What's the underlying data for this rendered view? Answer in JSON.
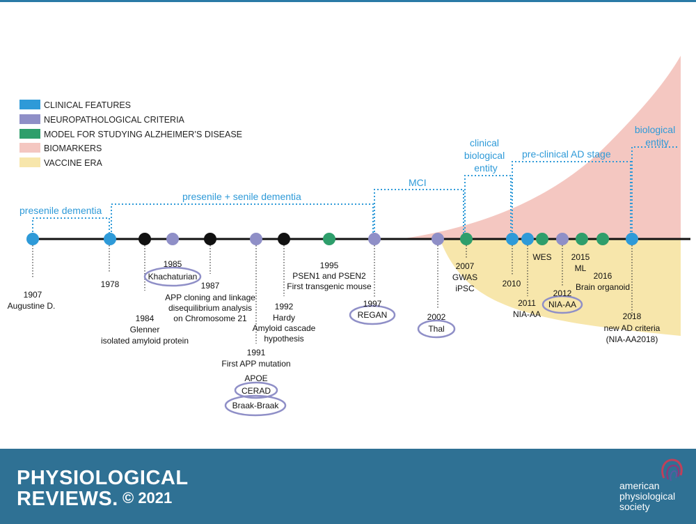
{
  "legend": [
    {
      "label": "CLINICAL FEATURES",
      "color": "#2e9ad8"
    },
    {
      "label": "NEUROPATHOLOGICAL CRITERIA",
      "color": "#8f8fc7"
    },
    {
      "label": "MODEL FOR STUDYING ALZHEIMER’S DISEASE",
      "color": "#2e9e6b"
    },
    {
      "label": "BIOMARKERS",
      "color": "#f4c7c1"
    },
    {
      "label": "VACCINE ERA",
      "color": "#f7e6ab"
    }
  ],
  "colors": {
    "clinical": "#2e9ad8",
    "neuro": "#8f8fc7",
    "model": "#2e9e6b",
    "black": "#111111",
    "biomarkers": "#f4c7c1",
    "vaccine": "#f7e6ab",
    "footer": "#2f7194"
  },
  "eras": [
    "presenile dementia",
    "presenile + senile dementia",
    "MCI",
    "clinical",
    "biological",
    "entity",
    "pre-clinical AD stage",
    "biological",
    "entity"
  ],
  "events": [
    {
      "year": "1907",
      "lines": [
        "Augustine D."
      ],
      "category": "clinical"
    },
    {
      "year": "1978",
      "lines": [],
      "category": "clinical"
    },
    {
      "year": "1984",
      "lines": [
        "Glenner",
        "isolated amyloid protein"
      ],
      "category": "black"
    },
    {
      "year": "1985",
      "lines": [
        "Khachaturian"
      ],
      "category": "neuro"
    },
    {
      "year": "1987",
      "lines": [
        "APP cloning and linkage",
        "disequilibrium analysis",
        "on Chromosome 21"
      ],
      "category": "black"
    },
    {
      "year": "1991",
      "lines": [
        "First APP mutation",
        "APOE",
        "CERAD",
        "Braak-Braak"
      ],
      "category": "neuro"
    },
    {
      "year": "1992",
      "lines": [
        "Hardy",
        "Amyloid cascade",
        "hypothesis"
      ],
      "category": "black"
    },
    {
      "year": "1995",
      "lines": [
        "PSEN1 and PSEN2",
        "First transgenic mouse"
      ],
      "category": "model"
    },
    {
      "year": "1997",
      "lines": [
        "REGAN"
      ],
      "category": "neuro"
    },
    {
      "year": "2002",
      "lines": [
        "Thal"
      ],
      "category": "neuro"
    },
    {
      "year": "2007",
      "lines": [
        "GWAS",
        "iPSC"
      ],
      "category": "model"
    },
    {
      "year": "2010",
      "lines": [],
      "category": "clinical"
    },
    {
      "year": "2011",
      "lines": [
        "NIA-AA"
      ],
      "category": "clinical"
    },
    {
      "year": "",
      "lines": [
        "WES"
      ],
      "category": "model"
    },
    {
      "year": "2012",
      "lines": [
        "NIA-AA"
      ],
      "category": "neuro"
    },
    {
      "year": "2015",
      "lines": [
        "ML"
      ],
      "category": "model"
    },
    {
      "year": "2016",
      "lines": [
        "Brain organoid"
      ],
      "category": "model"
    },
    {
      "year": "2018",
      "lines": [
        "new AD criteria",
        "(NIA-AA2018)"
      ],
      "category": "clinical"
    }
  ],
  "footer": {
    "journal_line1": "PHYSIOLOGICAL",
    "journal_line2": "REVIEWS.",
    "copyright": "© 2021",
    "society": [
      "american",
      "physiological",
      "society"
    ]
  }
}
